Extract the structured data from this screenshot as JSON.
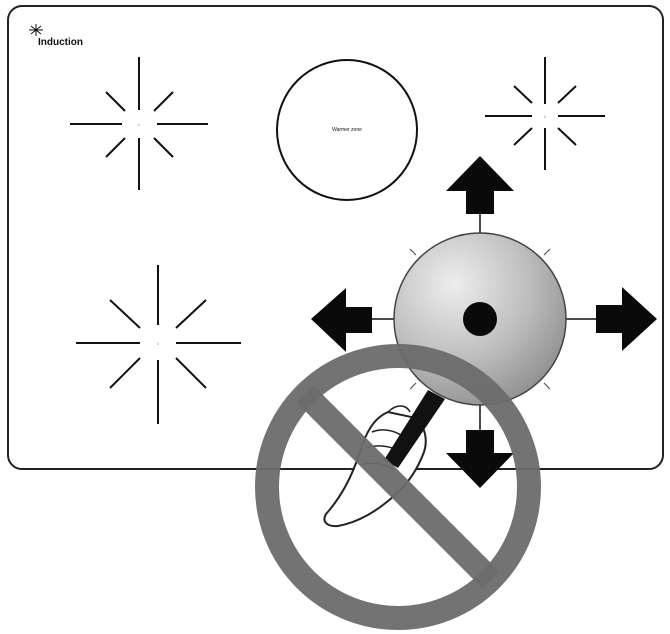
{
  "brand": {
    "logo_text": "Induction"
  },
  "zones": [
    {
      "kind": "ring",
      "label": "i"
    },
    {
      "kind": "ring",
      "label": "i"
    },
    {
      "kind": "ring",
      "label": "i"
    },
    {
      "kind": "warmer",
      "label": "Warmer zone"
    }
  ],
  "colors": {
    "outline": "#222222",
    "arrow": "#0a0a0a",
    "prohibit": "#6b6b6b",
    "knob_light": "#e6e6e6",
    "knob_dark": "#8e8e8e"
  },
  "icons": {
    "arrows": [
      "arrow-up-icon",
      "arrow-down-icon",
      "arrow-left-icon",
      "arrow-right-icon"
    ],
    "prohibition": "no-symbol-icon",
    "hand": "hand-icon"
  }
}
